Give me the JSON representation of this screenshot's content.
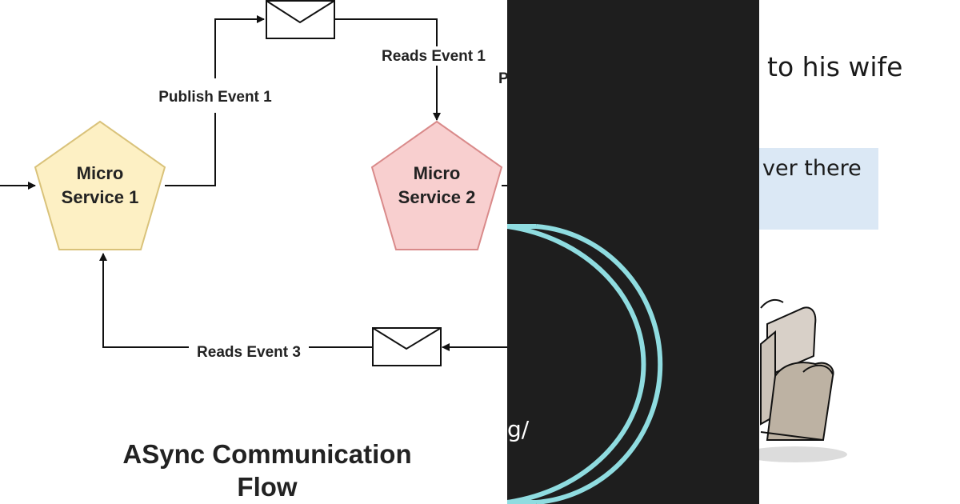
{
  "diagram": {
    "title_line1": "ASync Communication",
    "title_line2": "Flow",
    "nodes": {
      "service1": {
        "line1": "Micro",
        "line2": "Service 1",
        "fill": "#fdf0c4",
        "stroke": "#d9c27a"
      },
      "service2": {
        "line1": "Micro",
        "line2": "Service 2",
        "fill": "#f8cfcf",
        "stroke": "#d98a8a"
      }
    },
    "edges": {
      "publish1": "Publish Event 1",
      "reads1": "Reads Event 1",
      "reads3": "Reads Event 3",
      "cut_fragment": "P"
    },
    "icons": [
      "envelope-icon",
      "envelope-icon"
    ]
  },
  "dark_panel": {
    "text_fragment": "g/",
    "ring_color": "#8fdce0",
    "background": "#1e1e1e"
  },
  "right_panel": {
    "caption": "to his wife",
    "speech": "ver there",
    "speech_bg": "#dbe8f5",
    "illustration": "armchair-icon"
  }
}
